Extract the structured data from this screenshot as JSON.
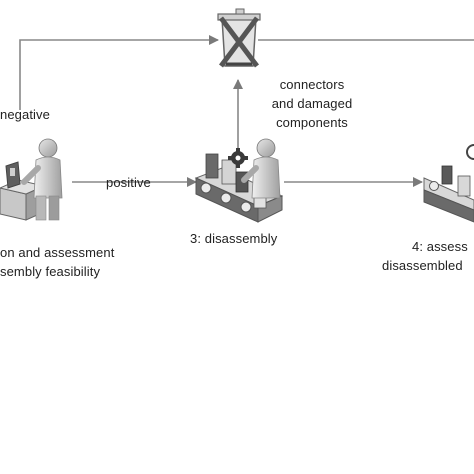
{
  "labels": {
    "negative": "negative",
    "positive": "positive",
    "connectors_line1": "connectors",
    "connectors_line2": "and damaged",
    "connectors_line3": "components",
    "step1_line1": "on and assessment",
    "step1_line2": "sembly feasibility",
    "step3": "3: disassembly",
    "step4_line1": "4: assess",
    "step4_line2": "disassembled"
  },
  "colors": {
    "line": "#888888",
    "arrow": "#7a7a7a",
    "figure_light": "#d4d4d4",
    "figure_mid": "#a8a8a8",
    "figure_dark": "#5a5a5a",
    "text": "#222222"
  },
  "icons": [
    "person-icon",
    "cardboard-box-icon",
    "conveyor-belt-icon",
    "gear-icon",
    "trash-bin-icon"
  ]
}
